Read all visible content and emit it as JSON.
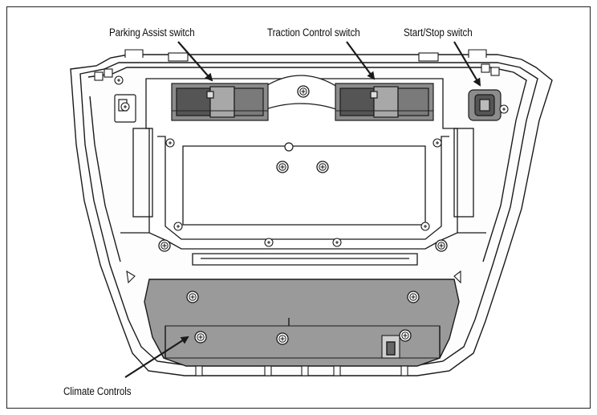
{
  "callouts": {
    "parking_assist": "Parking Assist switch",
    "traction_control": "Traction Control switch",
    "start_stop": "Start/Stop switch",
    "climate_controls": "Climate Controls"
  },
  "colors": {
    "line": "#1a1a1a",
    "panel_gray": "#9a9a9a",
    "switch_gray": "#8c8c8c",
    "switch_dark": "#555555"
  }
}
